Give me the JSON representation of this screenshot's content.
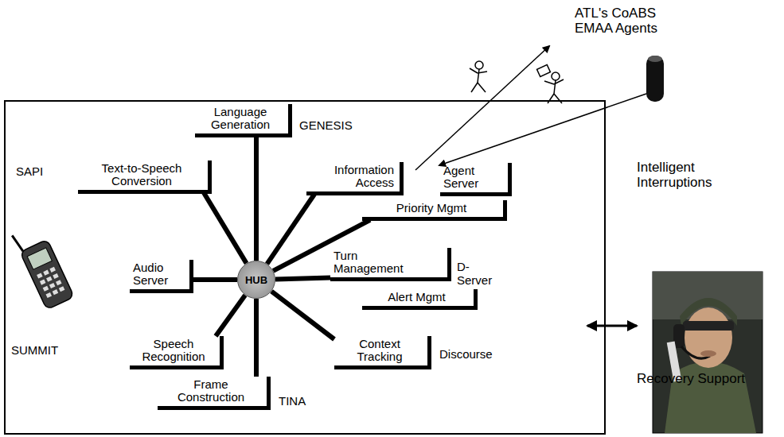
{
  "diagram": {
    "nodes": [
      {
        "text": [
          "Language Generation"
        ]
      },
      {
        "text": [
          "Text-to-Speech Conversion"
        ]
      },
      {
        "text": [
          "Information Access"
        ]
      },
      {
        "text": [
          "Agent Server"
        ]
      },
      {
        "text": [
          "Priority Mgmt"
        ]
      },
      {
        "text": [
          "HUB"
        ]
      },
      {
        "text": [
          "Audio Server"
        ]
      },
      {
        "text": [
          "Turn Management"
        ]
      },
      {
        "text": [
          "Alert Mgmt"
        ]
      },
      {
        "text": [
          "Speech Recognition"
        ]
      },
      {
        "text": [
          "Context Tracking"
        ]
      },
      {
        "text": [
          "Frame Construction"
        ]
      }
    ],
    "edges": [
      {
        "from": 5,
        "to": 0,
        "arrow": "none"
      },
      {
        "from": 5,
        "to": 1,
        "arrow": "none"
      },
      {
        "from": 5,
        "to": 2,
        "arrow": "none"
      },
      {
        "from": 5,
        "to": 4,
        "arrow": "none"
      },
      {
        "from": 5,
        "to": 7,
        "arrow": "none"
      },
      {
        "from": 5,
        "to": 10,
        "arrow": "none"
      },
      {
        "from": 5,
        "to": 11,
        "arrow": "none"
      },
      {
        "from": 5,
        "to": 9,
        "arrow": "none"
      },
      {
        "from": 5,
        "to": 6,
        "arrow": "none"
      }
    ],
    "labels": [
      "ATL's CoABS EMAA Agents",
      "GENESIS",
      "SAPI",
      "Intelligent Interruptions",
      "D-Server",
      "Recovery Support",
      "SUMMIT",
      "Discourse",
      "TINA"
    ]
  }
}
